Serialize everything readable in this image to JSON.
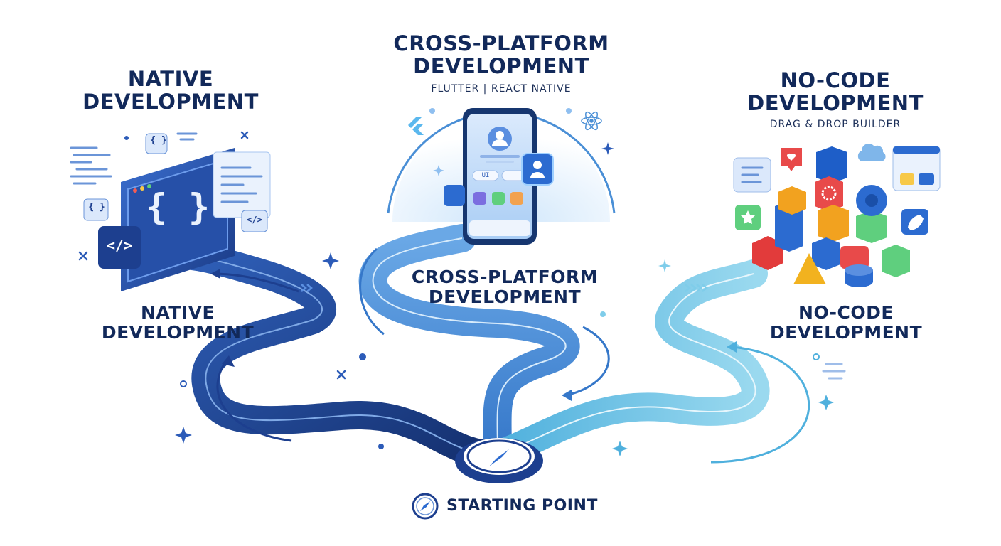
{
  "labels": {
    "native_top": [
      "NATIVE",
      "DEVELOPMENT"
    ],
    "native_mid": [
      "NATIVE",
      "DEVELOPMENT"
    ],
    "cross_top": [
      "CROSS-PLATFORM",
      "DEVELOPMENT"
    ],
    "cross_subtitle": "FLUTTER | REACT NATIVE",
    "cross_mid": [
      "CROSS-PLATFORM",
      "DEVELOPMENT"
    ],
    "nocode_top": [
      "NO-CODE",
      "DEVELOPMENT"
    ],
    "nocode_subtitle": "DRAG & DROP BUILDER",
    "nocode_mid": [
      "NO-CODE",
      "DEVELOPMENT"
    ],
    "start": "STARTING POINT"
  },
  "phone": {
    "chip_label": "UI"
  },
  "code_glyphs": {
    "braces": "{ }",
    "tag": "</>",
    "big_braces": "{ }"
  },
  "colors": {
    "navy": "#12295a",
    "native_road": "#1d3f8f",
    "cross_road": "#4a8fd6",
    "nocode_road": "#7fcdea",
    "accent": "#2c7be5"
  },
  "icons": [
    "compass-icon",
    "code-braces-icon",
    "code-tag-icon",
    "flutter-icon",
    "react-icon",
    "rocket-icon",
    "cloud-icon",
    "heart-icon",
    "star-icon",
    "gear-icon",
    "user-icon"
  ]
}
